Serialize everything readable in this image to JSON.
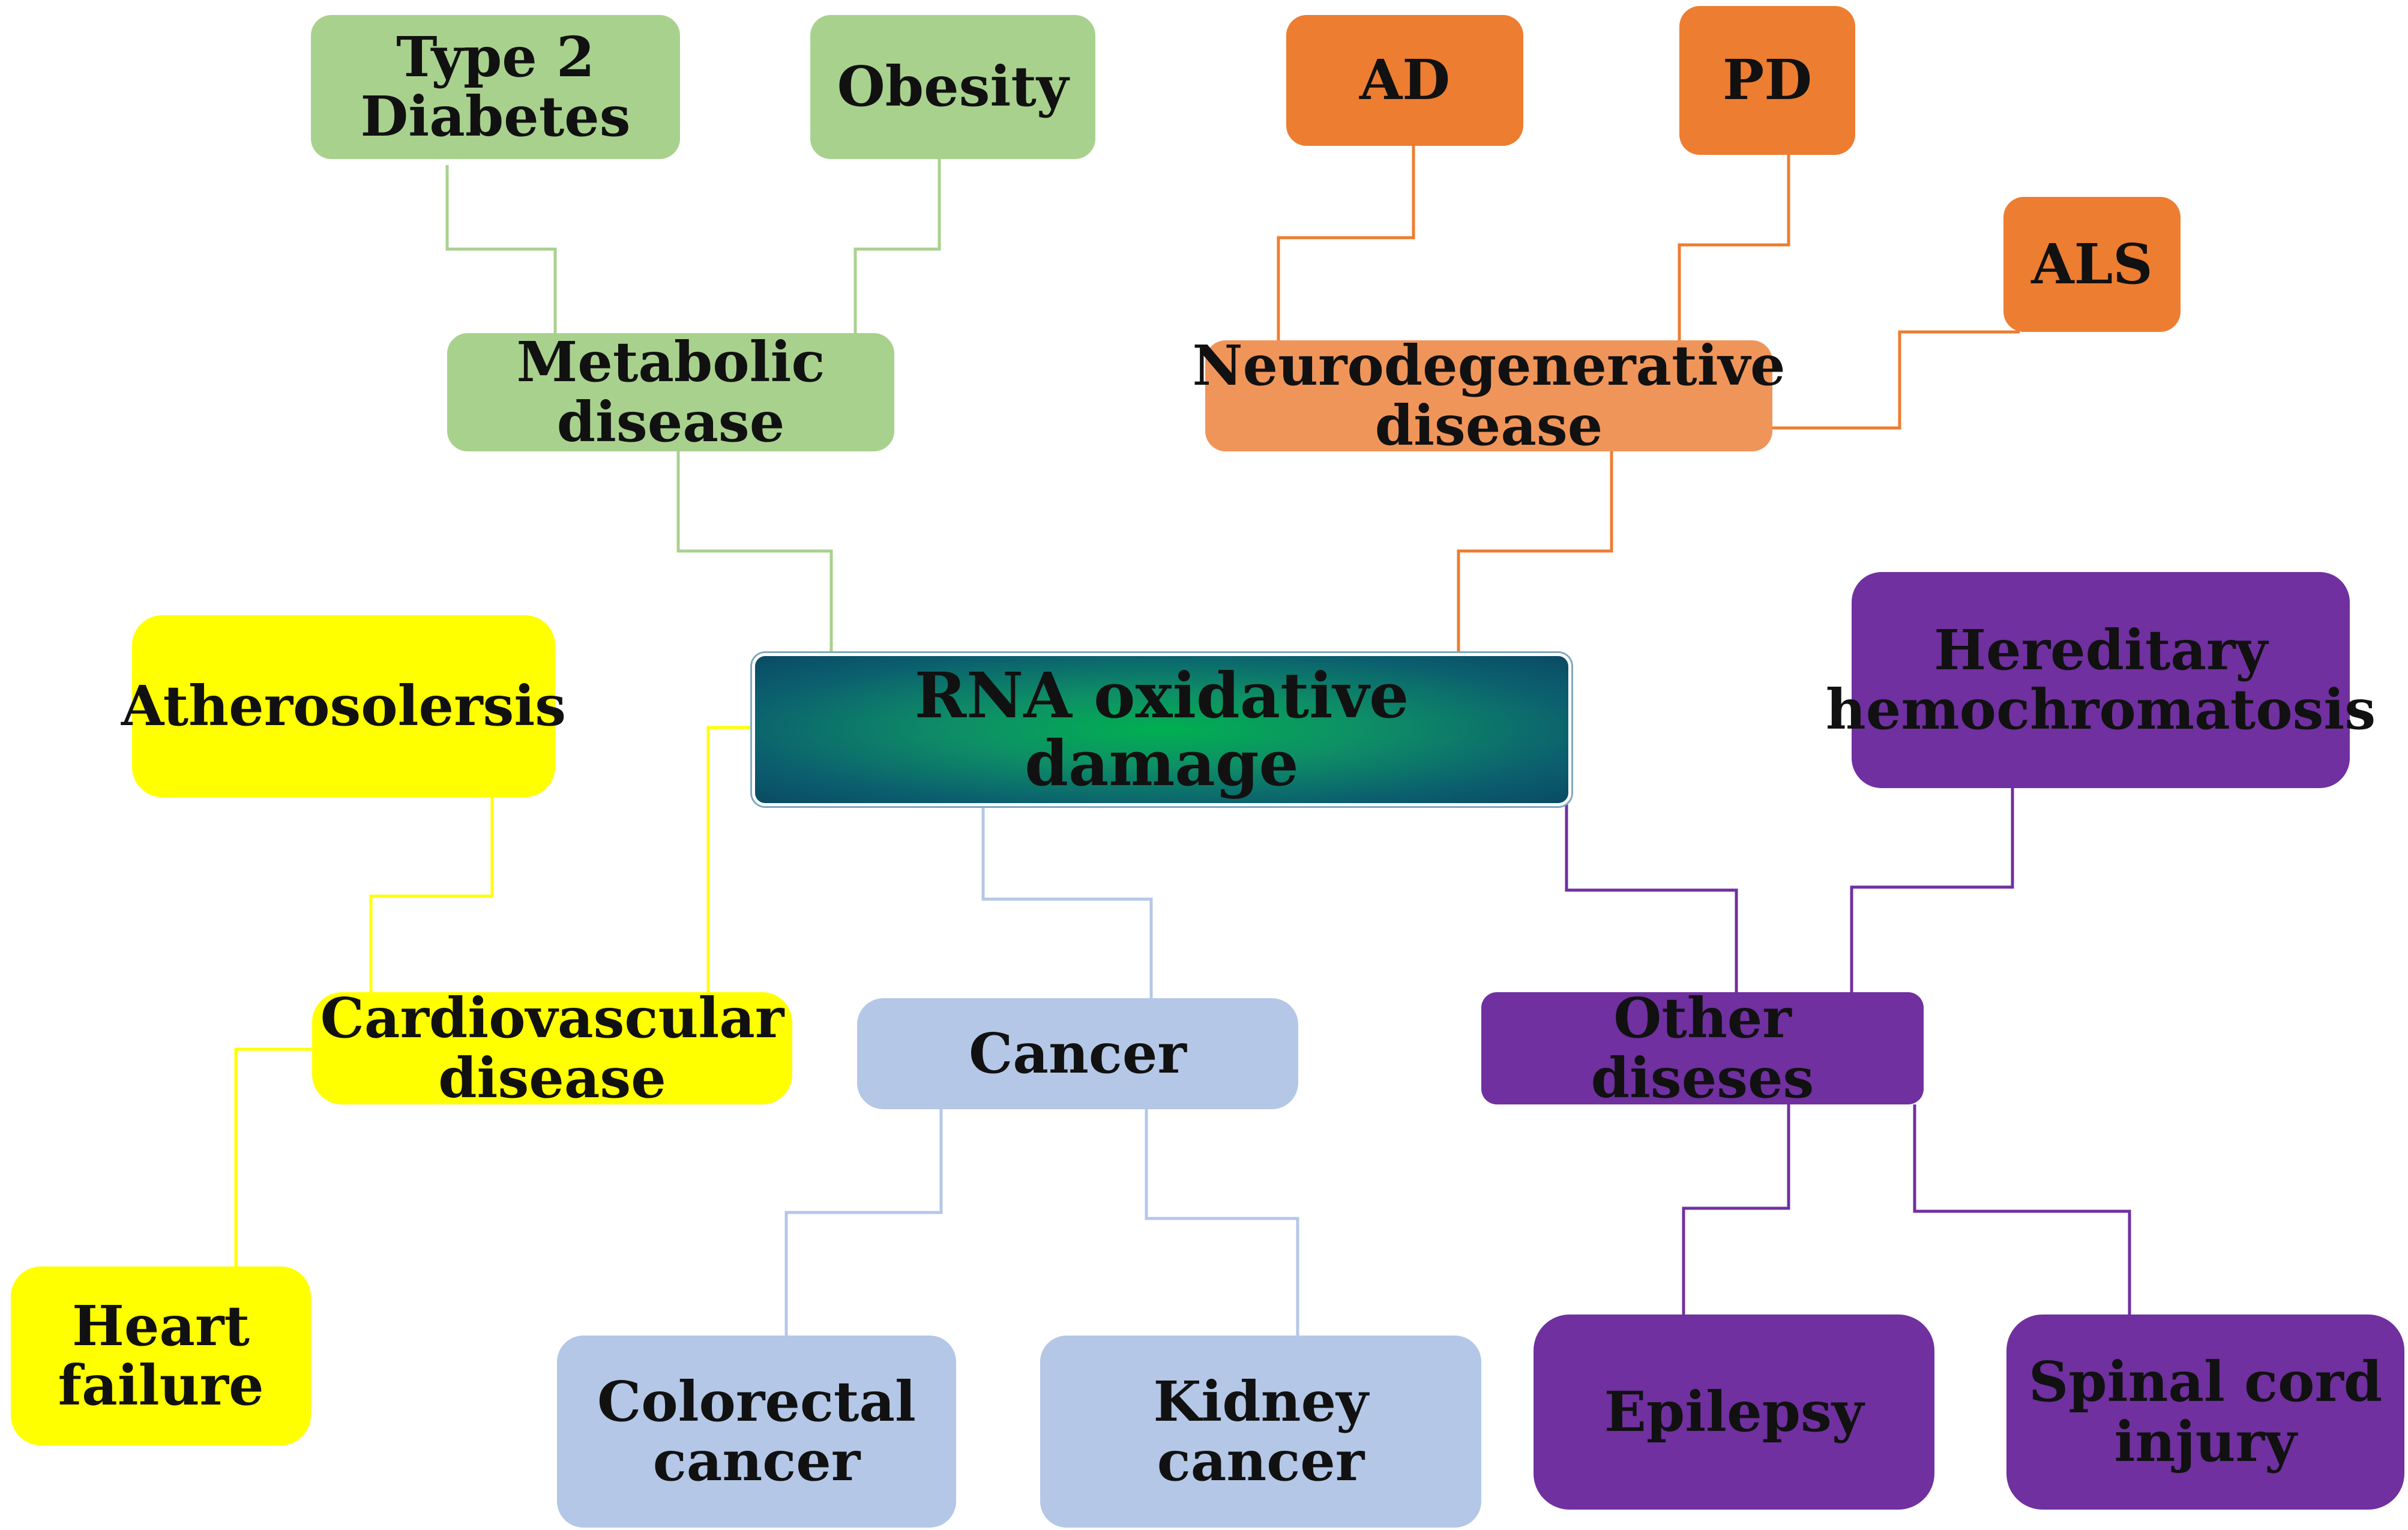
{
  "center": {
    "label": "RNA oxidative damage"
  },
  "categories": {
    "metabolic": "Metabolic\ndisease",
    "neuro": "Neurodegenerative\ndisease",
    "cardio": "Cardiovascular\ndisease",
    "cancer": "Cancer",
    "other": "Other diseses"
  },
  "leaves": {
    "type2_diabetes": "Type 2\nDiabetes",
    "obesity": "Obesity",
    "ad": "AD",
    "pd": "PD",
    "als": "ALS",
    "atherosolersis": "Atherosolersis",
    "heart_failure": "Heart\nfailure",
    "colorectal_cancer": "Colorectal\ncancer",
    "kidney_cancer": "Kidney cancer",
    "hereditary_hemochromatosis": "Hereditary\nhemochromatosis",
    "epilepsy": "Epilepsy",
    "spinal_cord_injury": "Spinal cord\ninjury"
  },
  "colors": {
    "metabolic": "#a9d18e",
    "neuro": "#ed7d31",
    "cardio": "#ffff00",
    "cancer": "#b4c7e7",
    "other": "#7030a0",
    "center": "#0b5f6e"
  }
}
